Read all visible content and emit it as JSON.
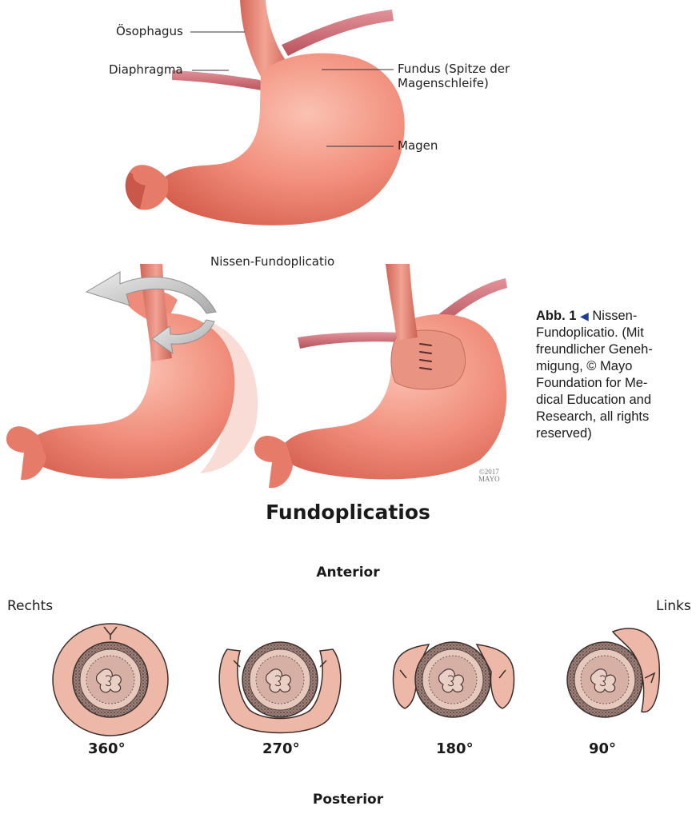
{
  "top_labels": {
    "esophagus": "Ösophagus",
    "diaphragm": "Diaphragma",
    "fundus_line1": "Fundus (Spitze der",
    "fundus_line2": "Magenschleife)",
    "stomach": "Magen"
  },
  "procedure_title": "Nissen-Fundoplicatio",
  "caption": {
    "label": "Abb. 1",
    "marker": "◀",
    "lines": [
      "Nissen-",
      "Fundoplicatio. (Mit",
      "freundlicher Geneh-",
      "migung, © Mayo",
      "Foundation for Me-",
      "dical Education and",
      "Research, all rights",
      "reserved)"
    ]
  },
  "copyright": {
    "line1": "©2017",
    "line2": "MAYO"
  },
  "fundoplications": {
    "title": "Fundoplicatios",
    "anterior": "Anterior",
    "posterior": "Posterior",
    "right": "Rechts",
    "left": "Links",
    "angles": [
      "360°",
      "270°",
      "180°",
      "90°"
    ]
  },
  "colors": {
    "stomach": "#f08a78",
    "stomach_light": "#f8b3a3",
    "stomach_dark": "#d96655",
    "diaphragm": "#c96670",
    "wrap": "#e7aa9c",
    "mucosa": "#d9b1a3",
    "arrow": "#c7c7c7"
  }
}
